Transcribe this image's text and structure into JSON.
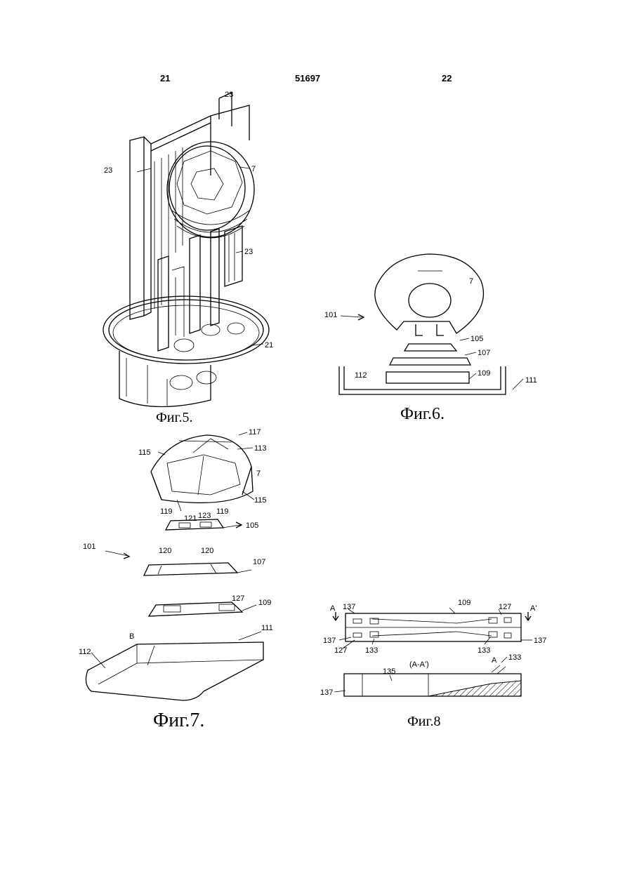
{
  "header": {
    "left": "21",
    "center": "51697",
    "right": "22"
  },
  "figures": {
    "fig5": {
      "caption": "Фиг.5.",
      "labels": [
        "23",
        "23",
        "7",
        "23",
        "21"
      ]
    },
    "fig6": {
      "caption": "Фиг.6.",
      "labels": [
        "7",
        "101",
        "105",
        "107",
        "109",
        "112",
        "111"
      ]
    },
    "fig7": {
      "caption": "Фиг.7.",
      "labels": [
        "117",
        "115",
        "113",
        "7",
        "115",
        "119",
        "121",
        "123",
        "119",
        "105",
        "120",
        "120",
        "101",
        "107",
        "127",
        "109",
        "B",
        "111",
        "112"
      ]
    },
    "fig8": {
      "caption": "Фиг.8",
      "labels": [
        "109",
        "137",
        "127",
        "A",
        "A'",
        "137",
        "127",
        "133",
        "133",
        "137",
        "(A-A')",
        "A",
        "135",
        "133",
        "137"
      ]
    }
  }
}
